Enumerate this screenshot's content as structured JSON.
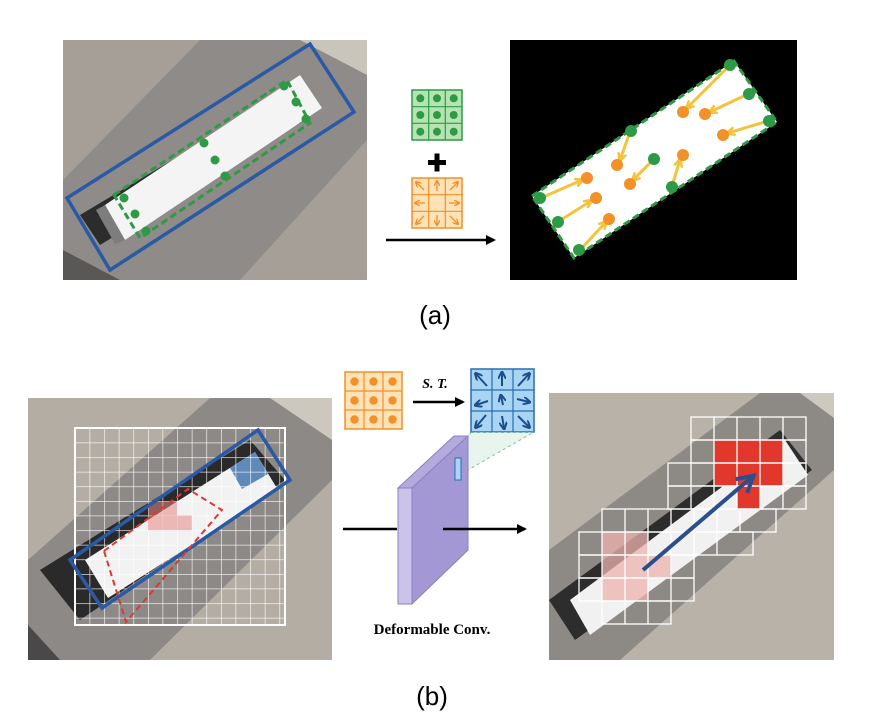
{
  "panel_a": {
    "caption": "(a)"
  },
  "panel_b": {
    "caption": "(b)",
    "st_label": "S. T.",
    "conv_label": "Deformable Conv."
  },
  "colors": {
    "blue_box": "#2a5aa6",
    "green": "#2e9a45",
    "green_light": "#8fd38f",
    "orange": "#f2902a",
    "orange_light": "#ffe2b5",
    "yellow_arrow": "#f3c33c",
    "blue_kernel": "#9fd0f2",
    "blue_arrow": "#1a4f8c",
    "red_box": "#d93a30",
    "purple": "#cbc3ea",
    "purple_dark": "#8a82c4"
  }
}
